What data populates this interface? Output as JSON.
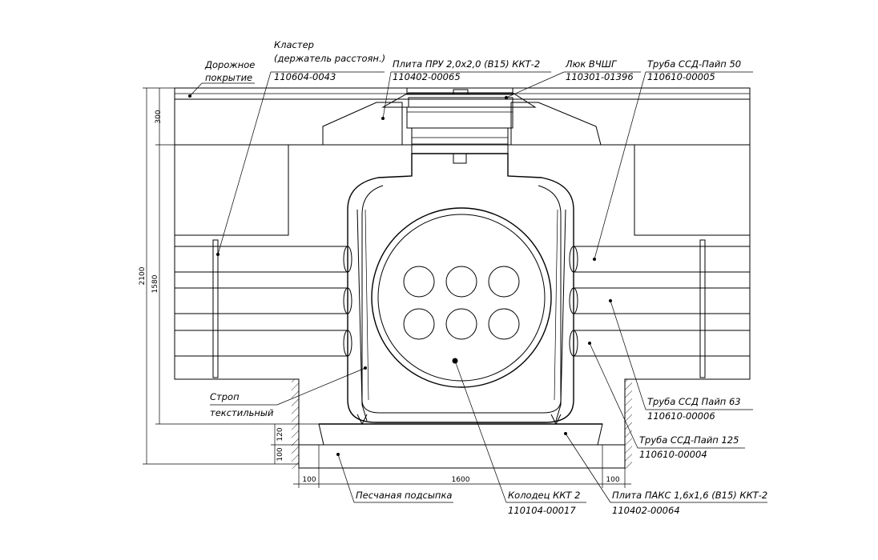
{
  "labels": {
    "road_surface_1": "Дорожное",
    "road_surface_2": "покрытие",
    "cluster_1": "Кластер",
    "cluster_2": "(держатель расстоян.)",
    "cluster_code": "110604-0043",
    "plate_pru": "Плита ПРУ 2,0х2,0 (В15) ККТ-2",
    "plate_pru_code": "110402-00065",
    "hatch": "Люк ВЧШГ",
    "hatch_code": "110301-01396",
    "pipe50": "Труба ССД-Пайп 50",
    "pipe50_code": "110610-00005",
    "sling_1": "Строп",
    "sling_2": "текстильный",
    "pipe63": "Труба ССД Пайп 63",
    "pipe63_code": "110610-00006",
    "pipe125": "Труба ССД-Пайп 125",
    "pipe125_code": "110610-00004",
    "sand_bed": "Песчаная подсыпка",
    "well": "Колодец ККТ 2",
    "well_code": "110104-00017",
    "plate_paks": "Плита ПАКС 1,6х1,6 (В15) ККТ-2",
    "plate_paks_code": "110402-00064"
  },
  "dimensions": {
    "d300": "300",
    "d2100": "2100",
    "d1580": "1580",
    "d120": "120",
    "d100v": "100",
    "d100_left": "100",
    "d1600": "1600",
    "d100_right": "100"
  }
}
